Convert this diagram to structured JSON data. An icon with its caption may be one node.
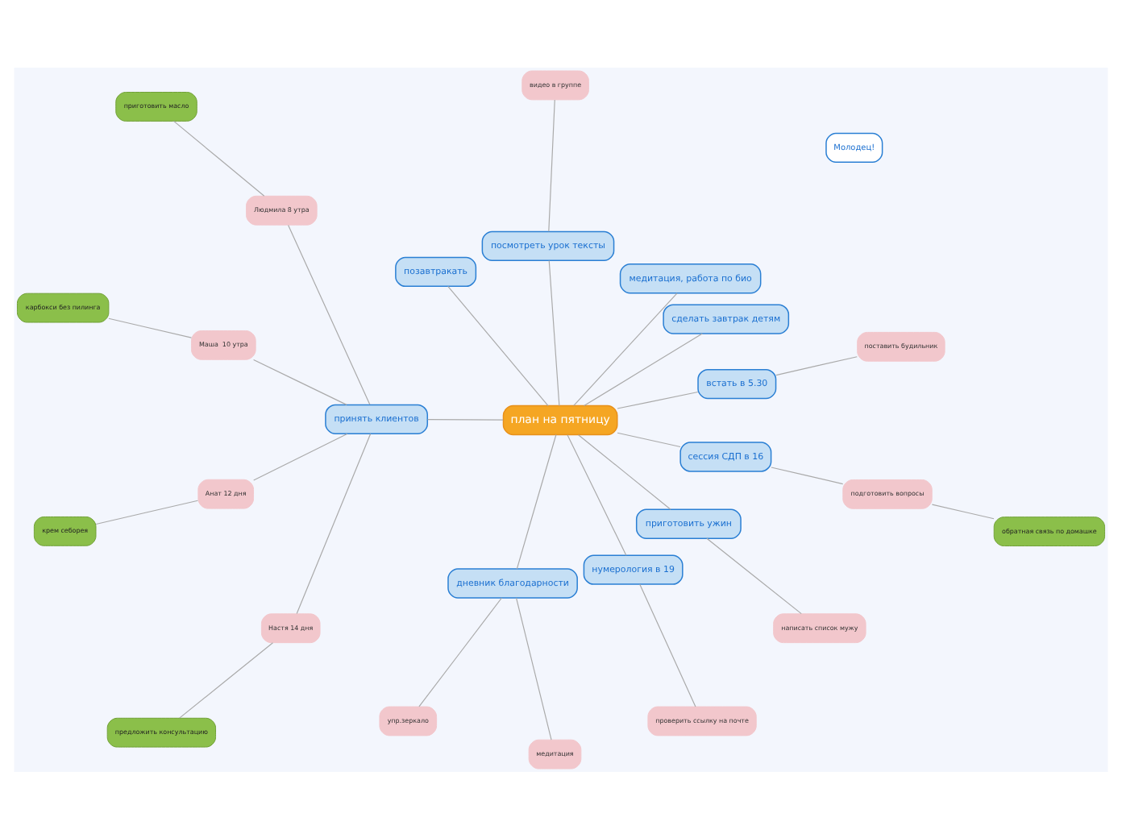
{
  "diagram": {
    "nodes": [
      {
        "text": [
          "план на пятницу"
        ]
      },
      {
        "text": [
          "встать в 5.30"
        ]
      },
      {
        "text": [
          "поставить будильник"
        ]
      },
      {
        "text": [
          "сделать завтрак детям"
        ]
      },
      {
        "text": [
          "медитация, работа по био"
        ]
      },
      {
        "text": [
          "посмотреть урок тексты"
        ]
      },
      {
        "text": [
          "видео в группе"
        ]
      },
      {
        "text": [
          "позавтракать"
        ]
      },
      {
        "text": [
          "принять клиентов"
        ]
      },
      {
        "text": [
          "Людмила 8 утра"
        ]
      },
      {
        "text": [
          "приготовить масло"
        ]
      },
      {
        "text": [
          "Маша  10 утра"
        ]
      },
      {
        "text": [
          "карбокси без пилинга"
        ]
      },
      {
        "text": [
          "Анат 12 дня"
        ]
      },
      {
        "text": [
          "крем себорея"
        ]
      },
      {
        "text": [
          "Настя 14 дня"
        ]
      },
      {
        "text": [
          "предложить консультацию"
        ]
      },
      {
        "text": [
          "дневник благодарности"
        ]
      },
      {
        "text": [
          "упр.зеркало"
        ]
      },
      {
        "text": [
          "медитация"
        ]
      },
      {
        "text": [
          "нумерология в 19"
        ]
      },
      {
        "text": [
          "проверить ссылку на почте"
        ]
      },
      {
        "text": [
          "приготовить ужин"
        ]
      },
      {
        "text": [
          "написать список мужу"
        ]
      },
      {
        "text": [
          "сессия СДП в 16"
        ]
      },
      {
        "text": [
          "подготовить вопросы"
        ]
      },
      {
        "text": [
          "обратная связь по домашке"
        ]
      },
      {
        "text": [
          "Молодец!"
        ]
      }
    ],
    "edges": [
      {
        "from": 0,
        "to": 1,
        "arrow": "none"
      },
      {
        "from": 1,
        "to": 2,
        "arrow": "none"
      },
      {
        "from": 0,
        "to": 3,
        "arrow": "none"
      },
      {
        "from": 0,
        "to": 4,
        "arrow": "none"
      },
      {
        "from": 0,
        "to": 5,
        "arrow": "none"
      },
      {
        "from": 5,
        "to": 6,
        "arrow": "none"
      },
      {
        "from": 0,
        "to": 7,
        "arrow": "none"
      },
      {
        "from": 0,
        "to": 8,
        "arrow": "none"
      },
      {
        "from": 8,
        "to": 9,
        "arrow": "none"
      },
      {
        "from": 9,
        "to": 10,
        "arrow": "none"
      },
      {
        "from": 8,
        "to": 11,
        "arrow": "none"
      },
      {
        "from": 11,
        "to": 12,
        "arrow": "none"
      },
      {
        "from": 8,
        "to": 13,
        "arrow": "none"
      },
      {
        "from": 13,
        "to": 14,
        "arrow": "none"
      },
      {
        "from": 8,
        "to": 15,
        "arrow": "none"
      },
      {
        "from": 15,
        "to": 16,
        "arrow": "none"
      },
      {
        "from": 0,
        "to": 17,
        "arrow": "none"
      },
      {
        "from": 17,
        "to": 18,
        "arrow": "none"
      },
      {
        "from": 17,
        "to": 19,
        "arrow": "none"
      },
      {
        "from": 0,
        "to": 20,
        "arrow": "none"
      },
      {
        "from": 20,
        "to": 21,
        "arrow": "none"
      },
      {
        "from": 0,
        "to": 22,
        "arrow": "none"
      },
      {
        "from": 22,
        "to": 23,
        "arrow": "none"
      },
      {
        "from": 0,
        "to": 24,
        "arrow": "none"
      },
      {
        "from": 24,
        "to": 25,
        "arrow": "none"
      },
      {
        "from": 25,
        "to": 26,
        "arrow": "none"
      }
    ]
  }
}
